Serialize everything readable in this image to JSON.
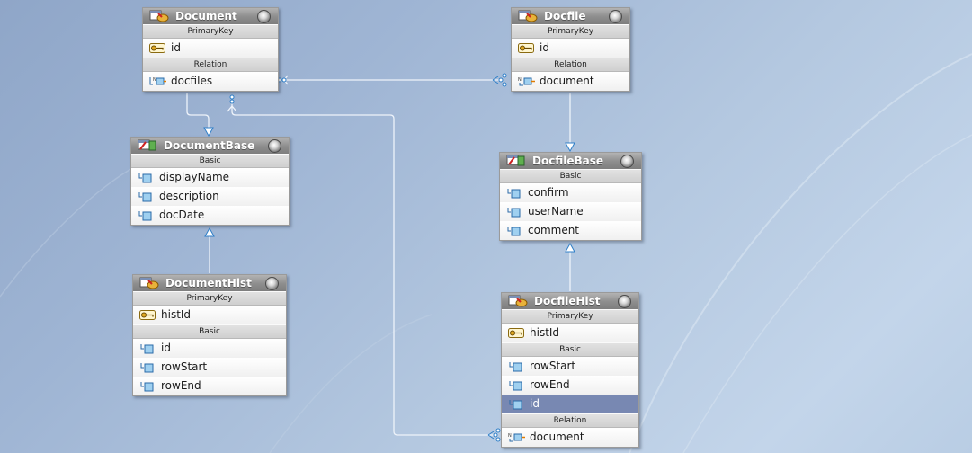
{
  "entities": {
    "document": {
      "title": "Document",
      "primary_key_label": "PrimaryKey",
      "primary_key": "id",
      "relation_label": "Relation",
      "relations": [
        "docfiles"
      ]
    },
    "docfile": {
      "title": "Docfile",
      "primary_key_label": "PrimaryKey",
      "primary_key": "id",
      "relation_label": "Relation",
      "relations": [
        "document"
      ]
    },
    "documentbase": {
      "title": "DocumentBase",
      "basic_label": "Basic",
      "fields": [
        "displayName",
        "description",
        "docDate"
      ]
    },
    "docfilebase": {
      "title": "DocfileBase",
      "basic_label": "Basic",
      "fields": [
        "confirm",
        "userName",
        "comment"
      ]
    },
    "documenthist": {
      "title": "DocumentHist",
      "primary_key_label": "PrimaryKey",
      "primary_key": "histId",
      "basic_label": "Basic",
      "fields": [
        "id",
        "rowStart",
        "rowEnd"
      ]
    },
    "docfilehist": {
      "title": "DocfileHist",
      "primary_key_label": "PrimaryKey",
      "primary_key": "histId",
      "basic_label": "Basic",
      "fields": [
        "rowStart",
        "rowEnd",
        "id"
      ],
      "relation_label": "Relation",
      "relations": [
        "document"
      ]
    }
  },
  "colors": {
    "connector": "#eef3fa",
    "arrow": "#2f7fc8",
    "selected_row": "#7888b2"
  }
}
